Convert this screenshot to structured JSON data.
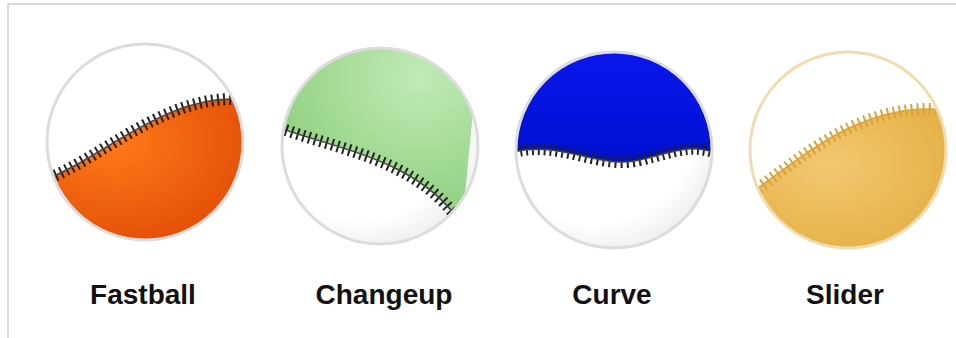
{
  "diagram": {
    "labels": [
      "Fastball",
      "Changeup",
      "Curve",
      "Slider"
    ]
  }
}
